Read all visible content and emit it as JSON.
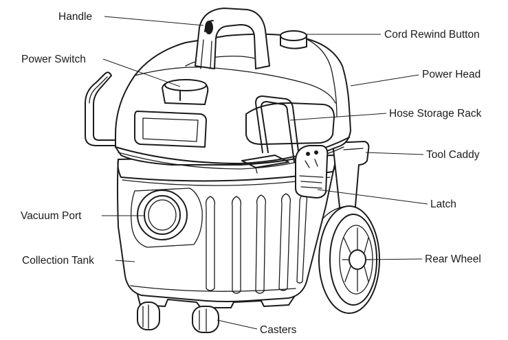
{
  "labels": {
    "handle": "Handle",
    "power_switch": "Power Switch",
    "vacuum_port": "Vacuum Port",
    "collection_tank": "Collection Tank",
    "cord_rewind_button": "Cord Rewind Button",
    "power_head": "Power Head",
    "hose_storage_rack": "Hose Storage Rack",
    "tool_caddy": "Tool Caddy",
    "latch": "Latch",
    "rear_wheel": "Rear Wheel",
    "casters": "Casters"
  }
}
